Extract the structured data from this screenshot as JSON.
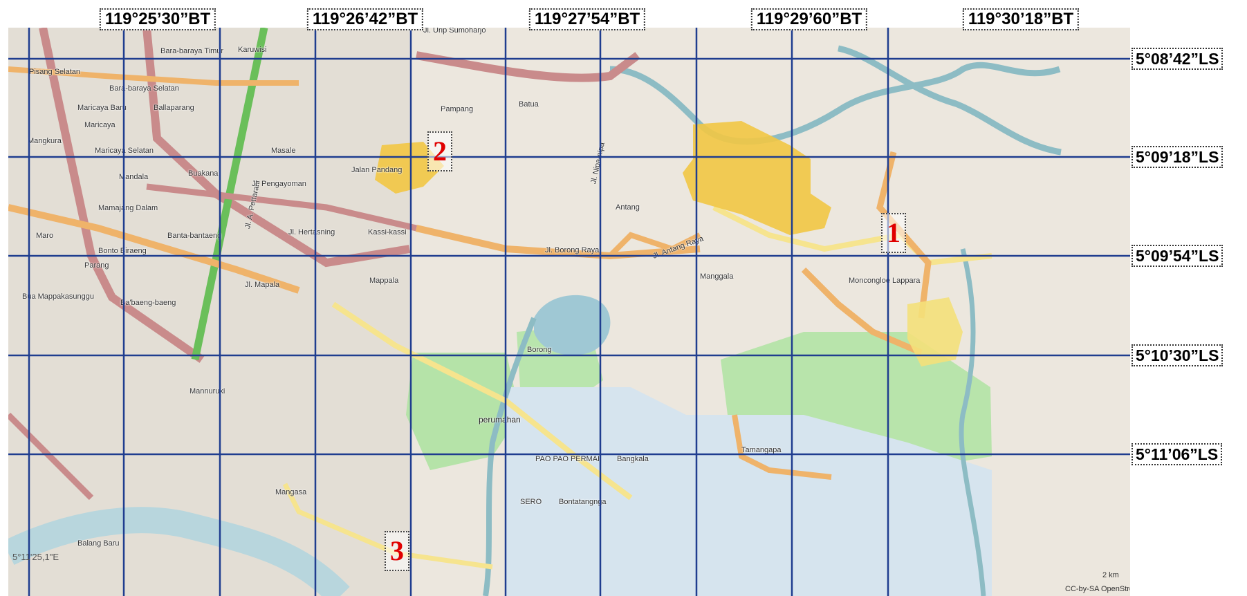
{
  "map": {
    "top_coordinates": [
      "119°25’30”BT",
      "119°26’42”BT",
      "119°27’54”BT",
      "119°29’60”BT",
      "119°30’18”BT"
    ],
    "right_coordinates": [
      "5°08’42”LS",
      "5°09’18”LS",
      "5°09’54”LS",
      "5°10’30”LS",
      "5°11’06”LS"
    ],
    "markers": [
      "1",
      "2",
      "3"
    ],
    "place_labels": [
      "Bara-baraya Timur",
      "Karuwisi",
      "Pisang Selatan",
      "Bara-baraya Selatan",
      "Maricaya Baru",
      "Ballaparang",
      "Maricaya",
      "Mangkura",
      "Maricaya Selatan",
      "Masale",
      "Mandala",
      "Buakana",
      "Mamajang Dalam",
      "Banta-bantaeng",
      "Maro",
      "Bonto Biraeng",
      "Parang",
      "Bua Mappakasunggu",
      "Ba'baeng-baeng",
      "Mannuruki",
      "Mangasa",
      "Balang Baru",
      "Pampang",
      "Batua",
      "Antang",
      "Manggala",
      "Moncongloe Lappara",
      "Kassi-kassi",
      "Mappala",
      "Borong",
      "perumahan",
      "Bangkala",
      "Tamangapa",
      "Bontatangnga",
      "SERO",
      "PAO PAO PERMAI"
    ],
    "road_labels": [
      "Jl. Urip Sumoharjo",
      "Jl. A. Pettarani",
      "Jalan Pandang",
      "Jl. Pengayoman",
      "Jl. Hertasning",
      "Jl. Borong Raya",
      "Jl. Nipa-nipa",
      "Jl. Mapala",
      "Jl. Antang Raya"
    ],
    "attribution": "CC-by-SA OpenStreetMap",
    "scale_note": "2 km",
    "corner_label": "5°11'25,1\"E"
  }
}
